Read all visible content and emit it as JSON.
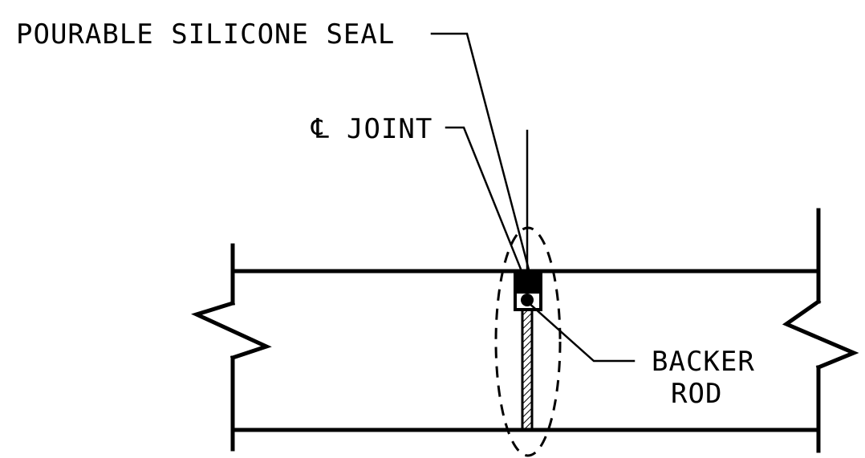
{
  "labels": {
    "pourable_silicone_seal": "POURABLE SILICONE SEAL",
    "centerline_symbol": "℄",
    "joint": "JOINT",
    "backer_line1": "BACKER",
    "backer_line2": "ROD"
  },
  "colors": {
    "ink": "#000000",
    "background": "#ffffff"
  }
}
